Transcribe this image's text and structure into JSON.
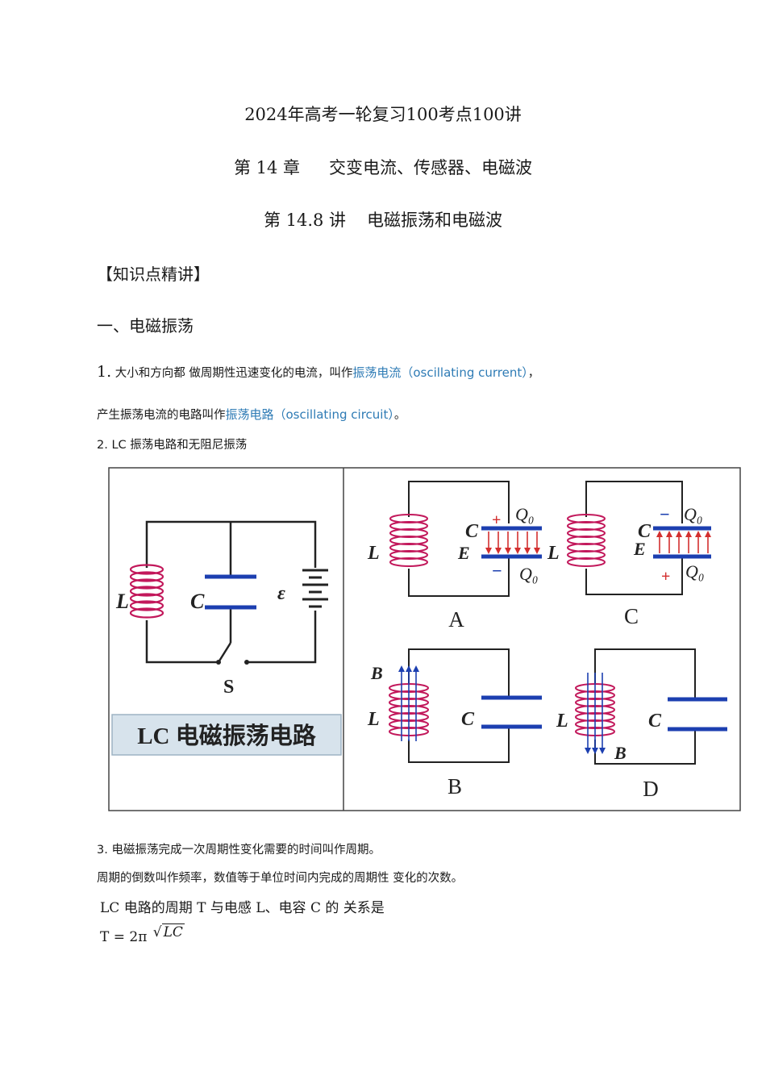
{
  "title": "2024年高考一轮复习100考点100讲",
  "chapter": {
    "label": "第 14 章",
    "name": "交变电流、传感器、电磁波"
  },
  "lecture": {
    "label": "第 14.8 讲",
    "name": "电磁振荡和电磁波"
  },
  "knowledge_header": "【知识点精讲】",
  "section1": "一、电磁振荡",
  "p1": {
    "num": "1.",
    "text_a": "大小和方向都  做周期性迅速变化的电流，叫作",
    "term": "振荡电流（oscillating current）",
    "text_b": "，",
    "line2_a": "产生振荡电流的电路叫作",
    "line2_term": "振荡电路（oscillating circuit）",
    "line2_b": "。"
  },
  "p2": {
    "num": "2.",
    "text": "LC 振荡电路和无阻尼振荡"
  },
  "figure": {
    "left_caption": "LC 电磁振荡电路",
    "left_L": "L",
    "left_C": "C",
    "left_eps": "ε",
    "left_S": "S",
    "panels": {
      "A": {
        "label": "A",
        "L": "L",
        "C": "C",
        "E": "E",
        "Q_top": "Q₀",
        "Q_bot": "Q₀",
        "plus": "+",
        "minus": "−"
      },
      "C": {
        "label": "C",
        "L": "L",
        "C": "C",
        "E": "E",
        "Q_top": "Q₀",
        "Q_bot": "Q₀",
        "plus": "+",
        "minus": "−"
      },
      "B": {
        "label": "B",
        "L": "L",
        "C": "C",
        "B": "B"
      },
      "D": {
        "label": "D",
        "L": "L",
        "C": "C",
        "B": "B"
      }
    },
    "colors": {
      "coil": "#c2185b",
      "plate": "#1c3fb0",
      "arrow": "#d32f2f",
      "wire": "#222222",
      "caption_bg": "#d7e3ec"
    }
  },
  "p3": {
    "num": "3.",
    "text": "电磁振荡完成一次周期性变化需要的时间叫作周期。",
    "line2": "周期的倒数叫作频率，数值等于单位时间内完成的周期性  变化的次数。",
    "line3": "LC 电路的周期  T 与电感  L、电容  C 的  关系是",
    "formula_lhs": "T =  2π",
    "formula_rad": "LC"
  }
}
